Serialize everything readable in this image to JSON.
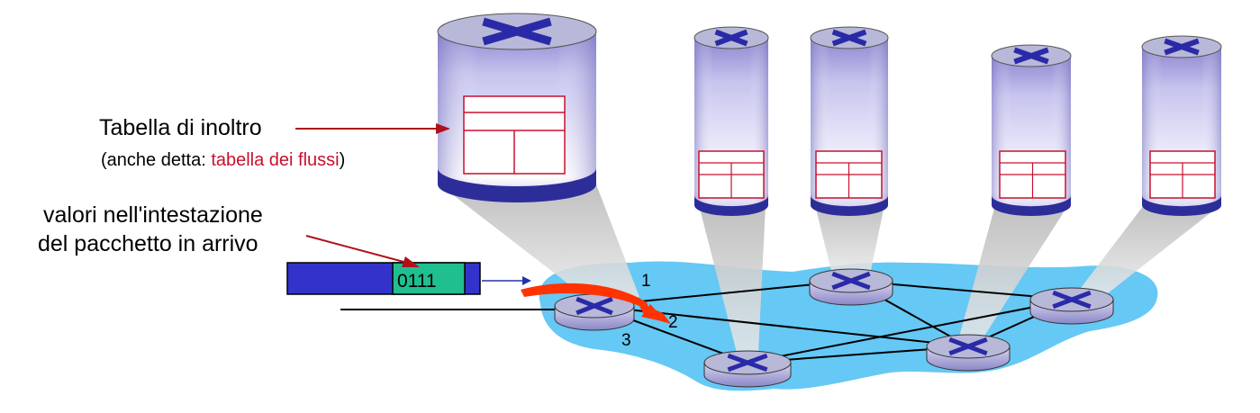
{
  "labels": {
    "forwarding_table": "Tabella di inoltro",
    "also_called_prefix": "(anche detta: ",
    "flow_table": "tabella dei flussi",
    "also_called_suffix": ")",
    "header_values_line1": "valori nell'intestazione",
    "header_values_line2": "del pacchetto in arrivo",
    "header_value": "0111",
    "port_1": "1",
    "port_2": "2",
    "port_3": "3"
  },
  "colors": {
    "network_cloud": "#66c8f4",
    "packet_body": "#3333cc",
    "packet_header_field": "#1fbf8f",
    "flow_arrow": "#ff3300",
    "annotation_arrow": "#b0101a",
    "router_body": "#c9c7ee",
    "router_top": "#b8b8d8",
    "router_x": "#2a2aa8",
    "table_line": "#c8102e"
  },
  "icons": {
    "router": "router-x-icon",
    "switch_column": "switch-tower-icon"
  }
}
